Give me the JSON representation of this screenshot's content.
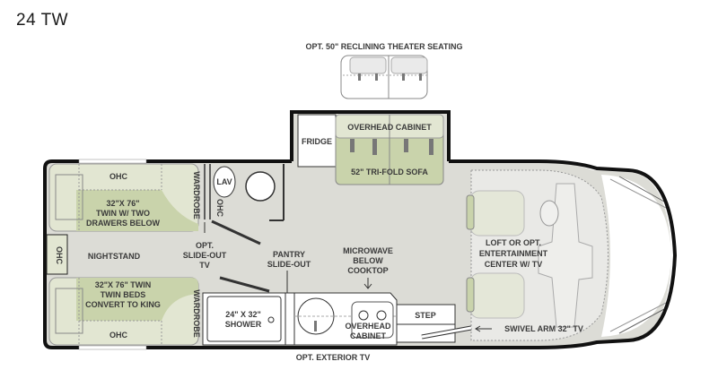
{
  "model": {
    "name": "24 TW"
  },
  "colors": {
    "floor": "#dcdcd6",
    "bed_green": "#c9d3ab",
    "cabinet_green": "#e2e6d2",
    "wall": "#1a1a1a",
    "cab_floor": "#e9e9e6"
  },
  "labels": {
    "theater_seating": "OPT. 50\" RECLINING THEATER SEATING",
    "overhead_cabinet_top": "OVERHEAD CABINET",
    "fridge": "FRIDGE",
    "sofa": "52\" TRI-FOLD SOFA",
    "ohc_top": "OHC",
    "bed_top_line1": "32\"X 76\"",
    "bed_top_line2": "TWIN W/ TWO",
    "bed_top_line3": "DRAWERS BELOW",
    "wardrobe_top": "WARDROBE",
    "lav": "LAV",
    "ohc_bath": "OHC",
    "ohc_side": "OHC",
    "nightstand": "NIGHTSTAND",
    "slideout_tv_line1": "OPT.",
    "slideout_tv_line2": "SLIDE-OUT",
    "slideout_tv_line3": "TV",
    "pantry_line1": "PANTRY",
    "pantry_line2": "SLIDE-OUT",
    "microwave_line1": "MICROWAVE",
    "microwave_line2": "BELOW",
    "microwave_line3": "COOKTOP",
    "loft_line1": "LOFT OR OPT.",
    "loft_line2": "ENTERTAINMENT",
    "loft_line3": "CENTER W/ TV",
    "bed_bottom_line1": "32\"X 76\" TWIN",
    "bed_bottom_line2": "TWIN BEDS",
    "bed_bottom_line3": "CONVERT TO KING",
    "ohc_bottom": "OHC",
    "wardrobe_bottom": "WARDROBE",
    "shower_line1": "24\" X 32\"",
    "shower_line2": "SHOWER",
    "overhead_cabinet_bottom_line1": "OVERHEAD",
    "overhead_cabinet_bottom_line2": "CABINET",
    "step": "STEP",
    "swivel_tv": "SWIVEL ARM 32\" TV",
    "exterior_tv": "OPT. EXTERIOR TV"
  }
}
